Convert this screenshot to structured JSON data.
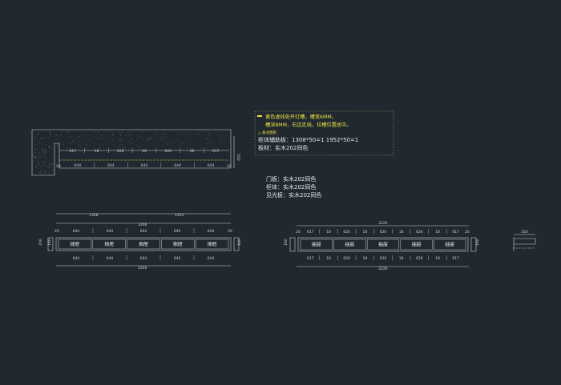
{
  "colors": {
    "background": "#212830",
    "line": "#c9ced3",
    "yellow": "#e8e23c",
    "note_border": "#8a8f4a"
  },
  "note_box": {
    "line1": "黄色虚线处开灯槽，槽宽6MM，",
    "line2": "槽深8MM，右边走线，拉槽位置居中。",
    "small": "△ 备注图形",
    "line3": "柜体辅助板：1308*50=1  1952*50=1",
    "line4": "板材：实木202同色"
  },
  "materials": {
    "door": "门板：实木202同色",
    "cabinet": "柜体：实木202同色",
    "visible": "见光板：实木202同色"
  },
  "top_view": {
    "top_dims": [
      "617",
      "18",
      "626",
      "18",
      "626",
      "18",
      "617"
    ],
    "bottom_dims": [
      "644",
      "644",
      "644",
      "644",
      "644"
    ],
    "left_dim": "20",
    "right_dim": "20",
    "height_dim": "350"
  },
  "front_left": {
    "overall_top": [
      "1308",
      "1952"
    ],
    "total_top": "3266",
    "total_bottom": "3266",
    "drawer_label": "抽屉",
    "drawers": 5,
    "upper_dims": [
      "644",
      "644",
      "644",
      "644",
      "644"
    ],
    "lower_dims": [
      "644",
      "644",
      "644",
      "644",
      "644"
    ],
    "side_dims": [
      "20",
      "20"
    ],
    "height_left": "200",
    "height_inner": "160",
    "height_right": "160"
  },
  "front_right": {
    "total_top": "3226",
    "total_bottom": "3226",
    "drawer_label": "抽屉",
    "drawers": 5,
    "upper_dims": [
      "617",
      "18",
      "626",
      "18",
      "626",
      "18",
      "626",
      "18",
      "617"
    ],
    "lower_dims": [
      "617",
      "18",
      "626",
      "18",
      "626",
      "18",
      "626",
      "18",
      "617"
    ],
    "side_dims": [
      "20",
      "20"
    ],
    "height_left": "160",
    "height_right": "160"
  },
  "section": {
    "width": "350"
  }
}
